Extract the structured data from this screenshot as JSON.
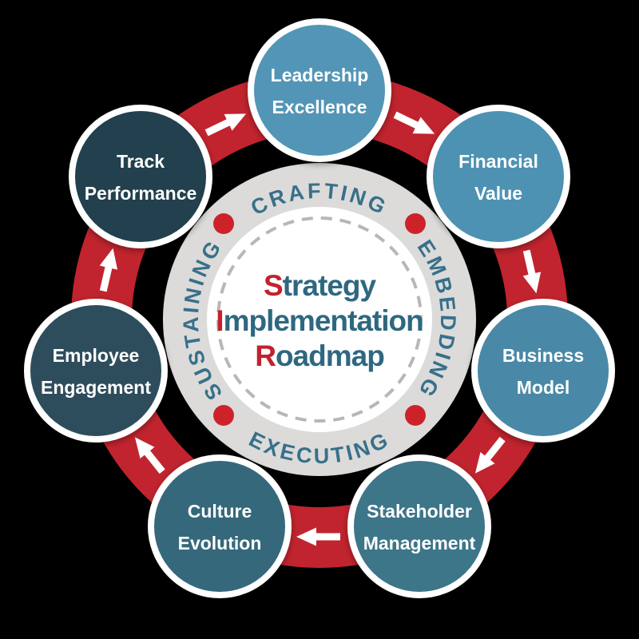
{
  "diagram": {
    "type": "circular-cycle",
    "flow_direction": "clockwise",
    "center": {
      "full_title": "Strategy Implementation Roadmap",
      "lines": [
        {
          "highlight": "S",
          "rest": "trategy"
        },
        {
          "highlight": "I",
          "rest": "mplementation"
        },
        {
          "highlight": "R",
          "rest": "oadmap"
        }
      ]
    },
    "phases": [
      {
        "label": "CRAFTING",
        "position": "top"
      },
      {
        "label": "EMBEDDING",
        "position": "right"
      },
      {
        "label": "EXECUTING",
        "position": "bottom"
      },
      {
        "label": "SUSTAINING",
        "position": "left"
      }
    ],
    "steps": [
      {
        "line1": "Leadership",
        "line2": "Excellence",
        "color": "#5295b6",
        "position": "top"
      },
      {
        "line1": "Financial",
        "line2": "Value",
        "color": "#4e92b2",
        "position": "upper-right"
      },
      {
        "line1": "Business",
        "line2": "Model",
        "color": "#4889a7",
        "position": "lower-right"
      },
      {
        "line1": "Stakeholder",
        "line2": "Management",
        "color": "#3d7589",
        "position": "bottom-right"
      },
      {
        "line1": "Culture",
        "line2": "Evolution",
        "color": "#35687a",
        "position": "bottom-left"
      },
      {
        "line1": "Employee",
        "line2": "Engagement",
        "color": "#2e4e5c",
        "position": "lower-left"
      },
      {
        "line1": "Track",
        "line2": "Performance",
        "color": "#24404d",
        "position": "top-left"
      }
    ],
    "arrow_count": 7,
    "dot_count": 4,
    "colors": {
      "ring_red": "#c1242e",
      "dot_red": "#cd2328",
      "gray_ring": "#dcdbda",
      "inner_circle": "#ffffff",
      "dashed_border": "#b8b7b6",
      "phase_text": "#38708a",
      "center_text": "#2e6880",
      "center_highlight": "#c0232e",
      "node_text": "#ffffff",
      "node_border": "#ffffff",
      "arrow": "#ffffff",
      "canvas_background": "#000000"
    }
  }
}
